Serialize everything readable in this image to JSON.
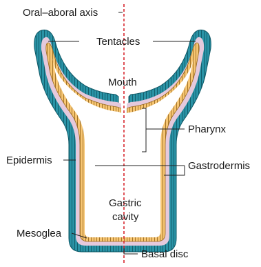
{
  "labels": {
    "axis": "Oral–aboral axis",
    "tentacles": "Tentacles",
    "mouth": "Mouth",
    "pharynx": "Pharynx",
    "epidermis": "Epidermis",
    "gastrodermis": "Gastrodermis",
    "gastric_line1": "Gastric",
    "gastric_line2": "cavity",
    "mesoglea": "Mesoglea",
    "basal_disc": "Basal disc"
  },
  "colors": {
    "epidermis": "#2a93a6",
    "mesoglea": "#e5c9dc",
    "gastrodermis": "#f6c573",
    "axis": "#d7282f",
    "leader": "#222222"
  }
}
